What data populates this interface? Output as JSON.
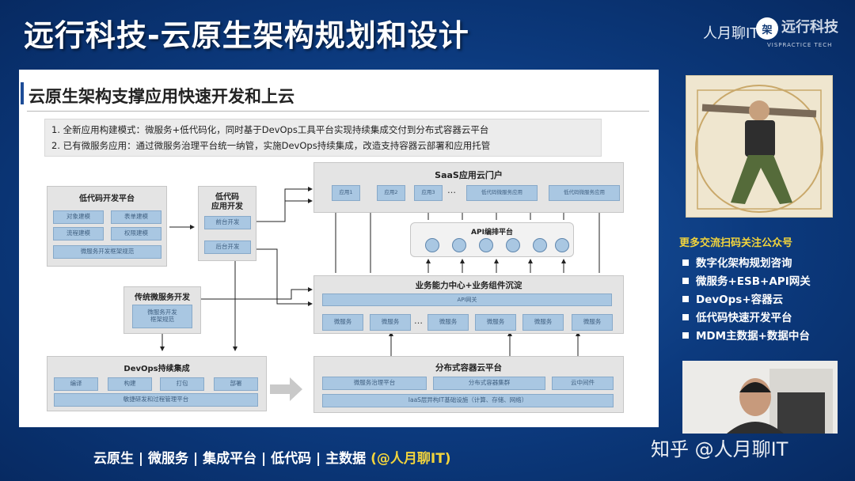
{
  "header": {
    "title": "远行科技-云原生架构规划和设计",
    "brand": "人月聊IT",
    "logo_glyph": "架",
    "logo_text": "远行科技",
    "logo_sub": "VISPRACTICE TECH"
  },
  "slide": {
    "title": "云原生架构支撑应用快速开发和上云",
    "notes": [
      "1. 全新应用构建模式：微服务+低代码化，同时基于DevOps工具平台实现持续集成交付到分布式容器云平台",
      "2. 已有微服务应用：通过微服务治理平台统一纳管，实施DevOps持续集成，改造支持容器云部署和应用托管"
    ],
    "lowcode": {
      "title": "低代码开发平台",
      "chips": [
        "对象建模",
        "表单建模",
        "流程建模",
        "权限建模"
      ],
      "framework": "微服务开发框架规范"
    },
    "lowcode_app": {
      "title_line1": "低代码",
      "title_line2": "应用开发",
      "frontend": "前台开发",
      "backend": "后台开发"
    },
    "legacy": {
      "title": "传统微服务开发",
      "chip_line1": "微服务开发",
      "chip_line2": "框架规范"
    },
    "devops": {
      "title": "DevOps持续集成",
      "steps": [
        "编译",
        "构建",
        "打包",
        "部署"
      ],
      "platform": "敏捷研发和过程管理平台"
    },
    "saas": {
      "title": "SaaS应用云门户",
      "apps": [
        "应用1",
        "应用2",
        "应用3"
      ],
      "ellipsis": "…",
      "lowcode_apps": [
        "低代码微服务应用",
        "低代码微服务应用"
      ]
    },
    "api_orch": {
      "title": "API编排平台"
    },
    "business": {
      "title": "业务能力中心+业务组件沉淀",
      "gateway": "API网关",
      "services": [
        "微服务",
        "微服务",
        "微服务",
        "微服务",
        "微服务",
        "微服务"
      ],
      "ellipsis": "…"
    },
    "container": {
      "title": "分布式容器云平台",
      "items": [
        "微服务治理平台",
        "分布式容器集群",
        "云中间件"
      ],
      "iaas": "IaaS层异构IT基础设施（计算、存储、网络）"
    }
  },
  "sidebar": {
    "follow": "更多交流扫码关注公众号",
    "bullets": [
      "数字化架构规划咨询",
      "微服务+ESB+API网关",
      "DevOps+容器云",
      "低代码快速开发平台",
      "MDM主数据+数据中台"
    ]
  },
  "footer": {
    "tagline": "云原生 | 微服务 | 集成平台 | 低代码 | 主数据 ",
    "handle": "(@人月聊IT)",
    "watermark": "知乎 @人月聊IT"
  },
  "colors": {
    "background": "#0c3a7e",
    "chip": "#a9c7e2",
    "box": "#e4e4e4",
    "accent_yellow": "#f2d43c"
  }
}
